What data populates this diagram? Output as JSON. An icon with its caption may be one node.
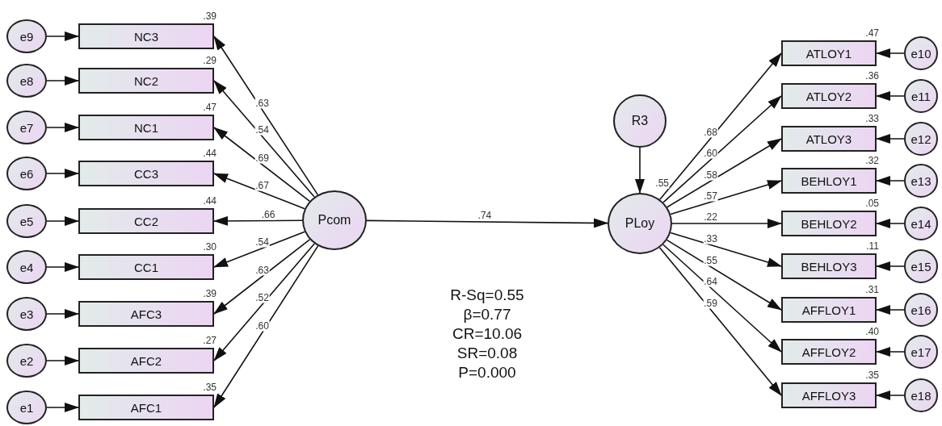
{
  "diagram": {
    "nodes": [
      {
        "text": [
          "e9"
        ]
      },
      {
        "text": [
          "e8"
        ]
      },
      {
        "text": [
          "e7"
        ]
      },
      {
        "text": [
          "e6"
        ]
      },
      {
        "text": [
          "e5"
        ]
      },
      {
        "text": [
          "e4"
        ]
      },
      {
        "text": [
          "e3"
        ]
      },
      {
        "text": [
          "e2"
        ]
      },
      {
        "text": [
          "e1"
        ]
      },
      {
        "text": [
          "NC3"
        ],
        "beside": [
          ".39"
        ]
      },
      {
        "text": [
          "NC2"
        ],
        "beside": [
          ".29"
        ]
      },
      {
        "text": [
          "NC1"
        ],
        "beside": [
          ".47"
        ]
      },
      {
        "text": [
          "CC3"
        ],
        "beside": [
          ".44"
        ]
      },
      {
        "text": [
          "CC2"
        ],
        "beside": [
          ".44"
        ]
      },
      {
        "text": [
          "CC1"
        ],
        "beside": [
          ".30"
        ]
      },
      {
        "text": [
          "AFC3"
        ],
        "beside": [
          ".39"
        ]
      },
      {
        "text": [
          "AFC2"
        ],
        "beside": [
          ".27"
        ]
      },
      {
        "text": [
          "AFC1"
        ],
        "beside": [
          ".35"
        ]
      },
      {
        "text": [
          "Pcom"
        ]
      },
      {
        "text": [
          "R3"
        ]
      },
      {
        "text": [
          "PLoy"
        ],
        "beside": [
          ".55"
        ]
      },
      {
        "text": [
          "ATLOY1"
        ],
        "beside": [
          ".47"
        ]
      },
      {
        "text": [
          "ATLOY2"
        ],
        "beside": [
          ".36"
        ]
      },
      {
        "text": [
          "ATLOY3"
        ],
        "beside": [
          ".33"
        ]
      },
      {
        "text": [
          "BEHLOY1"
        ],
        "beside": [
          ".32"
        ]
      },
      {
        "text": [
          "BEHLOY2"
        ],
        "beside": [
          ".05"
        ]
      },
      {
        "text": [
          "BEHLOY3"
        ],
        "beside": [
          ".11"
        ]
      },
      {
        "text": [
          "AFFLOY1"
        ],
        "beside": [
          ".31"
        ]
      },
      {
        "text": [
          "AFFLOY2"
        ],
        "beside": [
          ".40"
        ]
      },
      {
        "text": [
          "AFFLOY3"
        ],
        "beside": [
          ".35"
        ]
      },
      {
        "text": [
          "e10"
        ]
      },
      {
        "text": [
          "e11"
        ]
      },
      {
        "text": [
          "e12"
        ]
      },
      {
        "text": [
          "e13"
        ]
      },
      {
        "text": [
          "e14"
        ]
      },
      {
        "text": [
          "e15"
        ]
      },
      {
        "text": [
          "e16"
        ]
      },
      {
        "text": [
          "e17"
        ]
      },
      {
        "text": [
          "e18"
        ]
      }
    ],
    "edges": [
      {
        "from": 0,
        "to": 9,
        "arrow": "to"
      },
      {
        "from": 1,
        "to": 10,
        "arrow": "to"
      },
      {
        "from": 2,
        "to": 11,
        "arrow": "to"
      },
      {
        "from": 3,
        "to": 12,
        "arrow": "to"
      },
      {
        "from": 4,
        "to": 13,
        "arrow": "to"
      },
      {
        "from": 5,
        "to": 14,
        "arrow": "to"
      },
      {
        "from": 6,
        "to": 15,
        "arrow": "to"
      },
      {
        "from": 7,
        "to": 16,
        "arrow": "to"
      },
      {
        "from": 8,
        "to": 17,
        "arrow": "to"
      },
      {
        "from": 18,
        "to": 9,
        "arrow": "to",
        "label": ".63"
      },
      {
        "from": 18,
        "to": 10,
        "arrow": "to",
        "label": ".54"
      },
      {
        "from": 18,
        "to": 11,
        "arrow": "to",
        "label": ".69"
      },
      {
        "from": 18,
        "to": 12,
        "arrow": "to",
        "label": ".67"
      },
      {
        "from": 18,
        "to": 13,
        "arrow": "to",
        "label": ".66"
      },
      {
        "from": 18,
        "to": 14,
        "arrow": "to",
        "label": ".54"
      },
      {
        "from": 18,
        "to": 15,
        "arrow": "to",
        "label": ".63"
      },
      {
        "from": 18,
        "to": 16,
        "arrow": "to",
        "label": ".52"
      },
      {
        "from": 18,
        "to": 17,
        "arrow": "to",
        "label": ".60"
      },
      {
        "from": 18,
        "to": 20,
        "arrow": "to",
        "label": ".74"
      },
      {
        "from": 19,
        "to": 20,
        "arrow": "to"
      },
      {
        "from": 20,
        "to": 21,
        "arrow": "to",
        "label": ".68"
      },
      {
        "from": 20,
        "to": 22,
        "arrow": "to",
        "label": ".60"
      },
      {
        "from": 20,
        "to": 23,
        "arrow": "to",
        "label": ".58"
      },
      {
        "from": 20,
        "to": 24,
        "arrow": "to",
        "label": ".57"
      },
      {
        "from": 20,
        "to": 25,
        "arrow": "to",
        "label": ".22"
      },
      {
        "from": 20,
        "to": 26,
        "arrow": "to",
        "label": ".33"
      },
      {
        "from": 20,
        "to": 27,
        "arrow": "to",
        "label": ".55"
      },
      {
        "from": 20,
        "to": 28,
        "arrow": "to",
        "label": ".64"
      },
      {
        "from": 20,
        "to": 29,
        "arrow": "to",
        "label": ".59"
      },
      {
        "from": 30,
        "to": 21,
        "arrow": "to"
      },
      {
        "from": 31,
        "to": 22,
        "arrow": "to"
      },
      {
        "from": 32,
        "to": 23,
        "arrow": "to"
      },
      {
        "from": 33,
        "to": 24,
        "arrow": "to"
      },
      {
        "from": 34,
        "to": 25,
        "arrow": "to"
      },
      {
        "from": 35,
        "to": 26,
        "arrow": "to"
      },
      {
        "from": 36,
        "to": 27,
        "arrow": "to"
      },
      {
        "from": 37,
        "to": 28,
        "arrow": "to"
      },
      {
        "from": 38,
        "to": 29,
        "arrow": "to"
      }
    ],
    "labels": [
      "R-Sq=0.55",
      "β=0.77",
      "CR=10.06",
      "SR=0.08",
      "P=0.000"
    ]
  }
}
